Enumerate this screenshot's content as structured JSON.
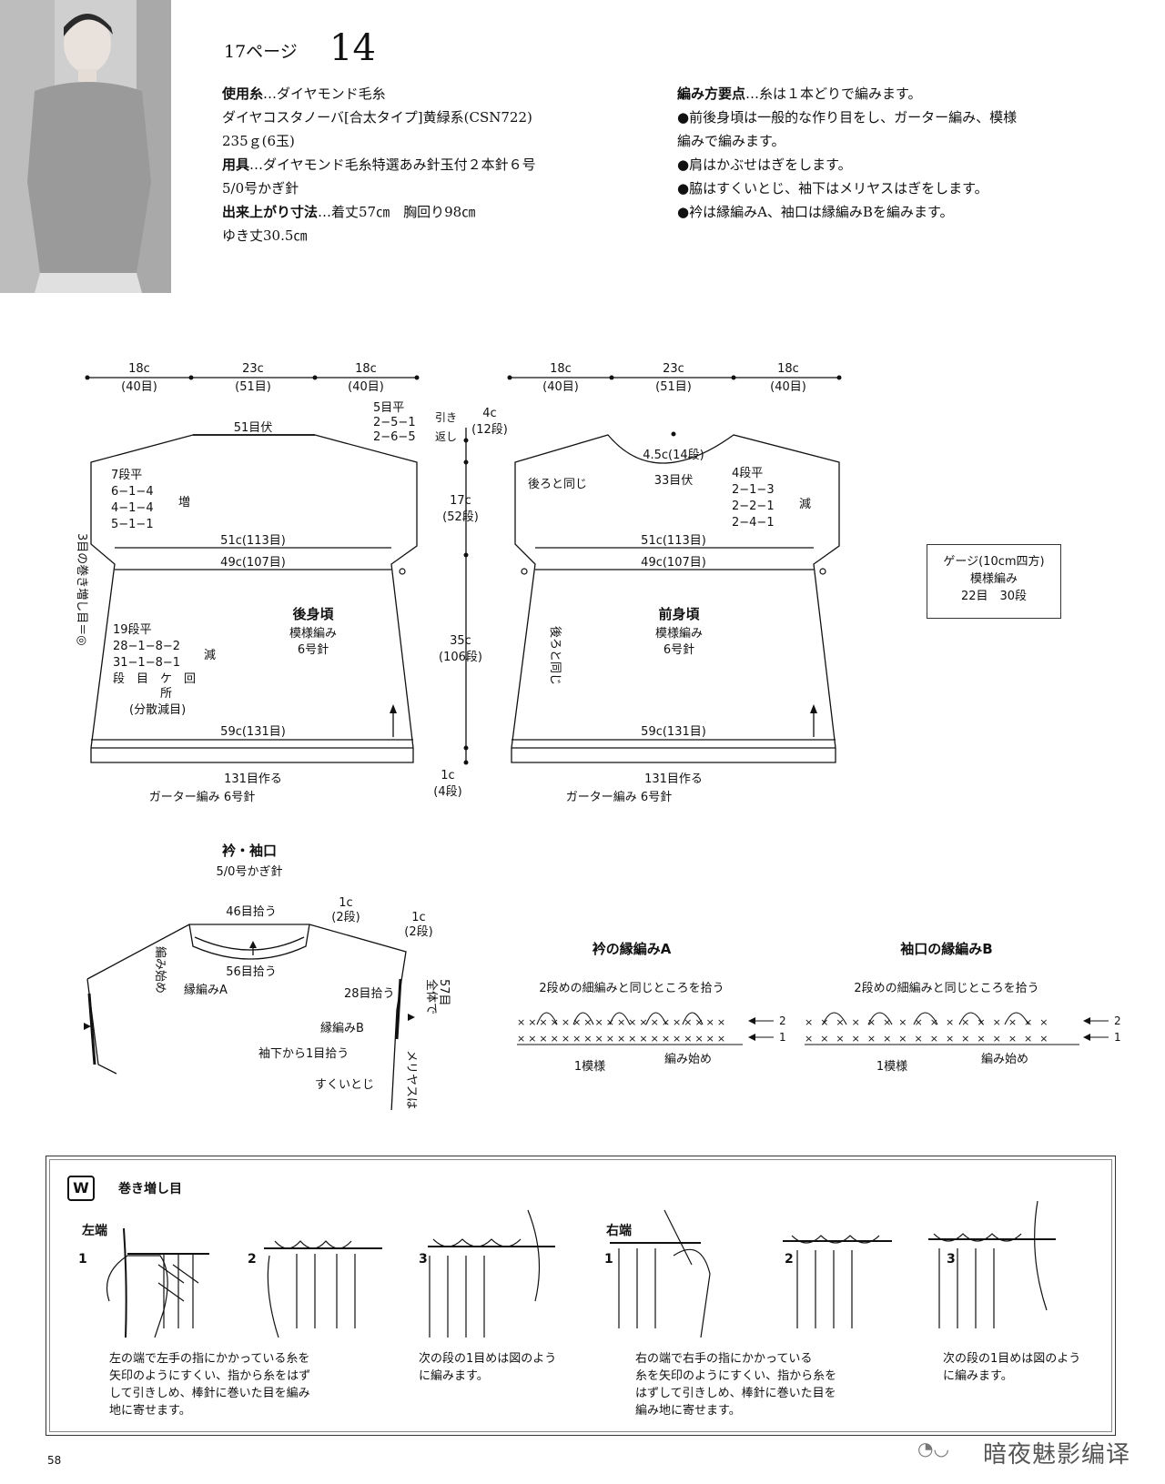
{
  "header": {
    "page_ref": "17ページ",
    "pattern_no": "14"
  },
  "specs": {
    "yarn_label": "使用糸",
    "yarn_value": "…ダイヤモンド毛糸",
    "yarn_detail": "ダイヤコスタノーバ[合太タイプ]黄緑系(CSN722)",
    "yarn_amount": "235ｇ(6玉)",
    "tools_label": "用具",
    "tools_value": "…ダイヤモンド毛糸特選あみ針玉付２本針６号",
    "tools_value2": "5/0号かぎ針",
    "size_label": "出来上がり寸法",
    "size_value": "…着丈57㎝　胸回り98㎝",
    "size_value2": "ゆき丈30.5㎝"
  },
  "technique": {
    "label": "編み方要点",
    "value": "…糸は１本どりで編みます。",
    "points": [
      "●前後身頃は一般的な作り目をし、ガーター編み、模様",
      "編みで編みます。",
      "●肩はかぶせはぎをします。",
      "●脇はすくいとじ、袖下はメリヤスはぎをします。",
      "●衿は縁編みA、袖口は縁編みBを編みます。"
    ]
  },
  "back": {
    "dim_left": "18c",
    "dim_left_st": "(40目)",
    "dim_mid": "23c",
    "dim_mid_st": "(51目)",
    "dim_right": "18c",
    "dim_right_st": "(40目)",
    "neck_bindoff": "51目伏",
    "shoulder_1": "5目平",
    "shoulder_2": "2−5−1",
    "shoulder_3": "2−6−5",
    "shoulder_note_1": "引き",
    "shoulder_note_2": "返し",
    "inc_1": "7段平",
    "inc_2": "6−1−4",
    "inc_3": "4−1−4",
    "inc_4": "5−1−1",
    "inc_label": "増",
    "w1": "51c(113目)",
    "w2": "49c(107目)",
    "title": "後身頃",
    "pattern": "模様編み",
    "needle": "6号針",
    "dec_1": "19段平",
    "dec_2": "28−1−8−2",
    "dec_3": "31−1−8−1",
    "dec_4": "段　目　ケ　回",
    "dec_5": "所",
    "dec_6": "(分散減目)",
    "dec_label": "減",
    "side_note": "3目の巻き増し目＝◎",
    "w3": "59c(131目)",
    "cast_on": "131目作る",
    "garter": "ガーター編み 6号針"
  },
  "vertical": {
    "d1": "4c",
    "d1_rows": "(12段)",
    "d2": "17c",
    "d2_rows": "(52段)",
    "d3": "35c",
    "d3_rows": "(106段)",
    "d4": "1c",
    "d4_rows": "(4段)"
  },
  "front": {
    "dim_left": "18c",
    "dim_left_st": "(40目)",
    "dim_mid": "23c",
    "dim_mid_st": "(51目)",
    "dim_right": "18c",
    "dim_right_st": "(40目)",
    "neck_depth": "4.5c(14段)",
    "neck_bindoff": "33目伏",
    "same_as_back": "後ろと同じ",
    "same_as_back_v": "後ろと同じ",
    "dec_1": "4段平",
    "dec_2": "2−1−3",
    "dec_3": "2−2−1",
    "dec_4": "2−4−1",
    "dec_label": "減",
    "w1": "51c(113目)",
    "w2": "49c(107目)",
    "title": "前身頃",
    "pattern": "模様編み",
    "needle": "6号針",
    "w3": "59c(131目)",
    "cast_on": "131目作る",
    "garter": "ガーター編み 6号針"
  },
  "gauge": {
    "line1": "ゲージ(10cm四方)",
    "line2": "模様編み",
    "line3": "22目　30段"
  },
  "collar": {
    "title": "衿・袖口",
    "hook": "5/0号かぎ針",
    "pick_top": "46目拾う",
    "pick_bottom": "56目拾う",
    "rows_1": "1c",
    "rows_1b": "(2段)",
    "rows_2": "1c",
    "rows_2b": "(2段)",
    "start": "編み始め",
    "edge_a": "縁編みA",
    "pick_sleeve": "28目拾う",
    "edge_b": "縁編みB",
    "underarm": "袖下から1目拾う",
    "seam": "すくいとじ",
    "total_1": "全体で",
    "total_2": "57目",
    "graft": "メリヤスはぎ"
  },
  "edging_a": {
    "title": "衿の縁編みA",
    "note": "2段めの細編みと同じところを拾う",
    "repeat": "1模様",
    "start": "編み始め",
    "row2": "2",
    "row1": "1"
  },
  "edging_b": {
    "title": "袖口の縁編みB",
    "note": "2段めの細編みと同じところを拾う",
    "repeat": "1模様",
    "start": "編み始め",
    "row2": "2",
    "row1": "1"
  },
  "howto": {
    "icon_label": "W",
    "title": "巻き増し目",
    "left_label": "左端",
    "right_label": "右端",
    "s1": "1",
    "s2": "2",
    "s3": "3",
    "s4": "1",
    "s5": "2",
    "s6": "3",
    "left_text_1": "左の端で左手の指にかかっている糸を\n矢印のようにすくい、指から糸をはず\nして引きしめ、棒針に巻いた目を編み\n地に寄せます。",
    "left_text_3": "次の段の1目めは図のよう\nに編みます。",
    "right_text_1": "右の端で右手の指にかかっている\n糸を矢印のようにすくい、指から糸を\nはずして引きしめ、棒針に巻いた目を\n編み地に寄せます。",
    "right_text_3": "次の段の1目めは図のよう\nに編みます。"
  },
  "footer": {
    "page_no": "58",
    "watermark": "暗夜魅影编译"
  }
}
